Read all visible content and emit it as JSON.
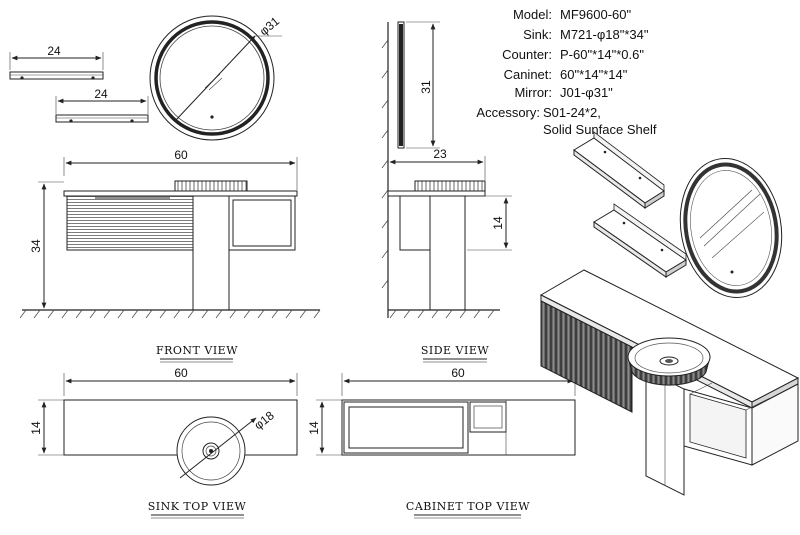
{
  "specs": {
    "model_label": "Model:",
    "model_value": "MF9600-60\"",
    "sink_label": "Sink:",
    "sink_value": "M721-φ18\"*34\"",
    "counter_label": "Counter:",
    "counter_value": "P-60\"*14\"*0.6\"",
    "cabinet_label": "Caninet:",
    "cabinet_value": "60\"*14\"*14\"",
    "mirror_label": "Mirror:",
    "mirror_value": "J01-φ31\"",
    "accessory_label": "Accessory:",
    "accessory_value": "S01-24*2,",
    "accessory_line2": "Solid Sunface Shelf"
  },
  "dimensions": {
    "shelf_width_1": "24",
    "shelf_width_2": "24",
    "mirror_diameter": "φ31",
    "mirror_side_height": "31",
    "front_width": "60",
    "front_height": "34",
    "side_depth": "23",
    "side_cabinet_height": "14",
    "sink_top_width": "60",
    "sink_top_depth": "14",
    "sink_diameter": "φ18",
    "cabinet_top_width": "60",
    "cabinet_top_depth": "14"
  },
  "view_labels": {
    "front": "FRONT VIEW",
    "side": "SIDE VIEW",
    "sink_top": "SINK TOP VIEW",
    "cabinet_top": "CABINET TOP VIEW"
  }
}
